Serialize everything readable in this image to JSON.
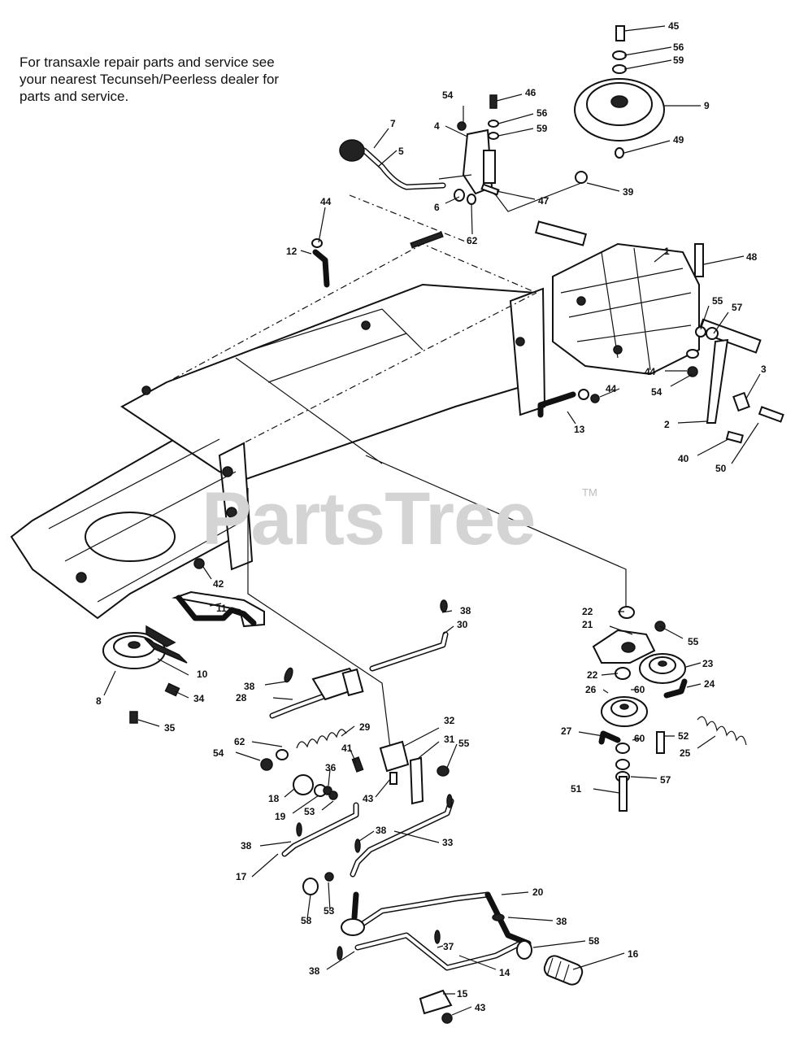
{
  "note": {
    "line1": "For transaxle repair parts and service see",
    "line2": "your nearest Tecunseh/Peerless dealer for",
    "line3": "parts and service."
  },
  "watermark": {
    "text": "PartsTree",
    "trademark": "TM"
  },
  "callouts": [
    {
      "id": "c45",
      "label": "45"
    },
    {
      "id": "c56a",
      "label": "56"
    },
    {
      "id": "c59a",
      "label": "59"
    },
    {
      "id": "c9",
      "label": "9"
    },
    {
      "id": "c49",
      "label": "49"
    },
    {
      "id": "c54a",
      "label": "54"
    },
    {
      "id": "c46",
      "label": "46"
    },
    {
      "id": "c56b",
      "label": "56"
    },
    {
      "id": "c59b",
      "label": "59"
    },
    {
      "id": "c4",
      "label": "4"
    },
    {
      "id": "c7",
      "label": "7"
    },
    {
      "id": "c5",
      "label": "5"
    },
    {
      "id": "c39",
      "label": "39"
    },
    {
      "id": "c6",
      "label": "6"
    },
    {
      "id": "c47",
      "label": "47"
    },
    {
      "id": "c62a",
      "label": "62"
    },
    {
      "id": "c44a",
      "label": "44"
    },
    {
      "id": "c12",
      "label": "12"
    },
    {
      "id": "c1",
      "label": "1"
    },
    {
      "id": "c48",
      "label": "48"
    },
    {
      "id": "c55a",
      "label": "55"
    },
    {
      "id": "c57a",
      "label": "57"
    },
    {
      "id": "c44b",
      "label": "44"
    },
    {
      "id": "c3",
      "label": "3"
    },
    {
      "id": "c54b",
      "label": "54"
    },
    {
      "id": "c44c",
      "label": "44"
    },
    {
      "id": "c2",
      "label": "2"
    },
    {
      "id": "c13",
      "label": "13"
    },
    {
      "id": "c40",
      "label": "40"
    },
    {
      "id": "c50",
      "label": "50"
    },
    {
      "id": "c42",
      "label": "42"
    },
    {
      "id": "c11",
      "label": "11"
    },
    {
      "id": "c38a",
      "label": "38"
    },
    {
      "id": "c30",
      "label": "30"
    },
    {
      "id": "c22a",
      "label": "22"
    },
    {
      "id": "c21",
      "label": "21"
    },
    {
      "id": "c55b",
      "label": "55"
    },
    {
      "id": "c23",
      "label": "23"
    },
    {
      "id": "c22b",
      "label": "22"
    },
    {
      "id": "c10",
      "label": "10"
    },
    {
      "id": "c8",
      "label": "8"
    },
    {
      "id": "c34",
      "label": "34"
    },
    {
      "id": "c38b",
      "label": "38"
    },
    {
      "id": "c28",
      "label": "28"
    },
    {
      "id": "c60a",
      "label": "60"
    },
    {
      "id": "c24",
      "label": "24"
    },
    {
      "id": "c26",
      "label": "26"
    },
    {
      "id": "c35",
      "label": "35"
    },
    {
      "id": "c29",
      "label": "29"
    },
    {
      "id": "c32",
      "label": "32"
    },
    {
      "id": "c31",
      "label": "31"
    },
    {
      "id": "c55c",
      "label": "55"
    },
    {
      "id": "c27",
      "label": "27"
    },
    {
      "id": "c60b",
      "label": "60"
    },
    {
      "id": "c52",
      "label": "52"
    },
    {
      "id": "c25",
      "label": "25"
    },
    {
      "id": "c54c",
      "label": "54"
    },
    {
      "id": "c62b",
      "label": "62"
    },
    {
      "id": "c41",
      "label": "41"
    },
    {
      "id": "c36",
      "label": "36"
    },
    {
      "id": "c18",
      "label": "18"
    },
    {
      "id": "c43a",
      "label": "43"
    },
    {
      "id": "c19",
      "label": "19"
    },
    {
      "id": "c53a",
      "label": "53"
    },
    {
      "id": "c51",
      "label": "51"
    },
    {
      "id": "c57b",
      "label": "57"
    },
    {
      "id": "c38c",
      "label": "38"
    },
    {
      "id": "c38d",
      "label": "38"
    },
    {
      "id": "c33",
      "label": "33"
    },
    {
      "id": "c17",
      "label": "17"
    },
    {
      "id": "c58a",
      "label": "58"
    },
    {
      "id": "c53b",
      "label": "53"
    },
    {
      "id": "c20",
      "label": "20"
    },
    {
      "id": "c38e",
      "label": "38"
    },
    {
      "id": "c37",
      "label": "37"
    },
    {
      "id": "c58b",
      "label": "58"
    },
    {
      "id": "c16",
      "label": "16"
    },
    {
      "id": "c38f",
      "label": "38"
    },
    {
      "id": "c14",
      "label": "14"
    },
    {
      "id": "c15",
      "label": "15"
    },
    {
      "id": "c43b",
      "label": "43"
    }
  ]
}
